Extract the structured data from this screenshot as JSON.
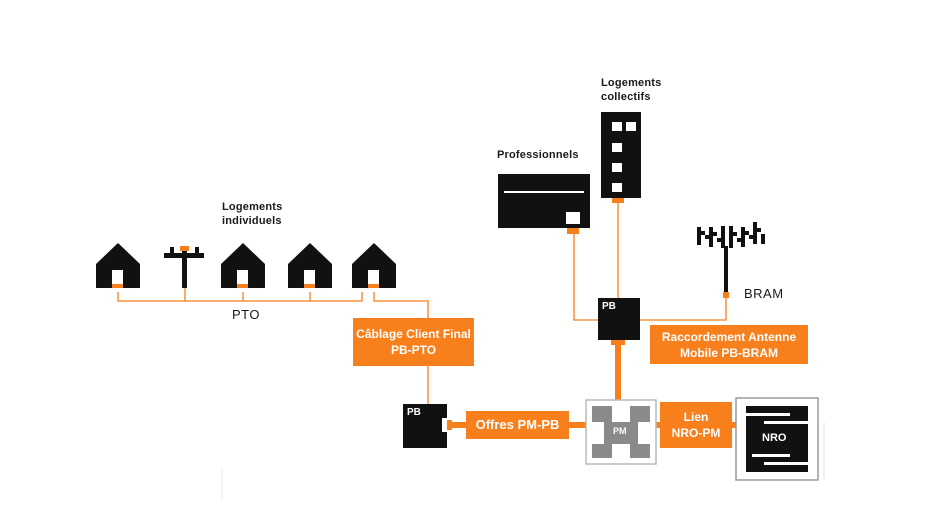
{
  "labels": {
    "logements_individuels": [
      "Logements",
      "individuels"
    ],
    "logements_collectifs": [
      "Logements",
      "collectifs"
    ],
    "professionnels": "Professionnels",
    "bram": "BRAM",
    "pto": "PTO"
  },
  "boxes": {
    "cablage": [
      "Câblage Client Final",
      "PB-PTO"
    ],
    "raccordement": [
      "Raccordement Antenne",
      "Mobile PB-BRAM"
    ],
    "offres": "Offres PM-PB",
    "lien": [
      "Lien",
      "NRO-PM"
    ]
  },
  "nodes": {
    "pb_top": "PB",
    "pb_bottom": "PB",
    "pm": "PM",
    "nro": "NRO"
  },
  "colors": {
    "accent": "#f77f1c",
    "dark": "#111111",
    "pm_gray": "#8a8a8a"
  },
  "icons": [
    "house-icon",
    "telephone-pole-icon",
    "office-building-icon",
    "shop-icon",
    "antenna-icon"
  ]
}
